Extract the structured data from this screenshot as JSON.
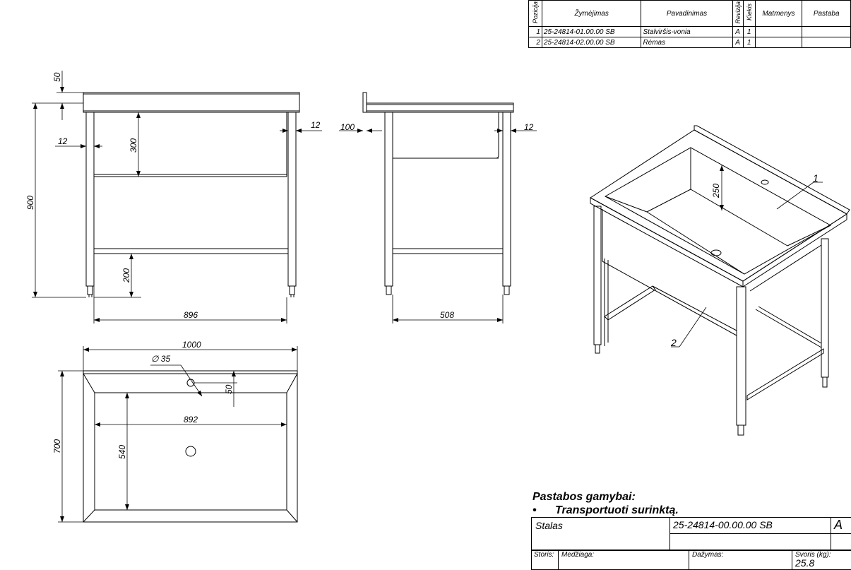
{
  "bom": {
    "headers": {
      "pos": "Pozicija",
      "code": "Žymėjimas",
      "name": "Pavadinimas",
      "rev": "Revizija",
      "qty": "Kiekis",
      "dims": "Matmenys",
      "note": "Pastaba"
    },
    "rows": [
      {
        "pos": "1",
        "code": "25-24814-01.00.00 SB",
        "name": "Stalviršis-vonia",
        "rev": "A",
        "qty": "1"
      },
      {
        "pos": "2",
        "code": "25-24814-02.00.00 SB",
        "name": "Rėmas",
        "rev": "A",
        "qty": "1"
      }
    ]
  },
  "dimensions": {
    "front_top_thickness": "50",
    "front_height": "900",
    "front_leg_left": "12",
    "front_leg_right": "12",
    "front_basin_depth": "300",
    "front_shelf_height": "200",
    "front_width": "896",
    "side_backsplash": "100",
    "side_leg": "12",
    "side_width": "508",
    "top_length": "1000",
    "top_hole_dia": "∅ 35",
    "top_hole_offset": "50",
    "top_width": "700",
    "top_inner_length": "892",
    "top_inner_width": "540",
    "iso_depth": "250"
  },
  "callouts": {
    "part1": "1",
    "part2": "2"
  },
  "notes": {
    "title": "Pastabos gamybai:",
    "bullet": "•",
    "item1": "Transportuoti surinktą."
  },
  "title_block": {
    "name": "Stalas",
    "code": "25-24814-00.00.00 SB",
    "rev": "A",
    "thickness_label": "Storis:",
    "material_label": "Medžiaga:",
    "paint_label": "Dažymas:",
    "weight_label": "Svoris (kg):",
    "weight_value": "25.8"
  }
}
